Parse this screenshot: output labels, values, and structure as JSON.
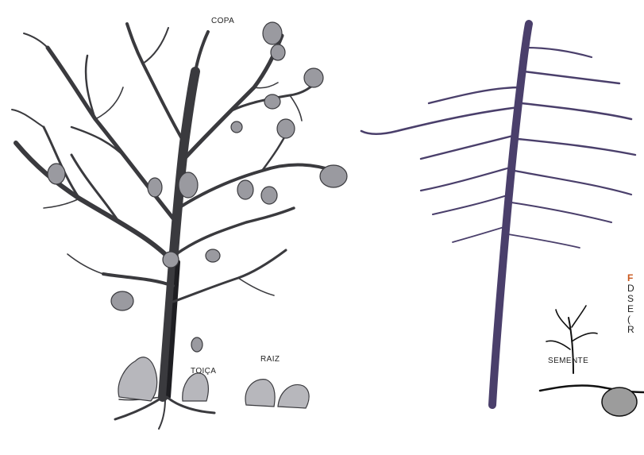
{
  "labels": {
    "copa": "COPA",
    "toica": "TOIÇA",
    "raiz": "RAIZ",
    "semente": "SEMENTE"
  },
  "caption": {
    "line1": "F",
    "line2": "D",
    "line3": "S",
    "line4": "E",
    "line5": "(",
    "line6": "R"
  },
  "colors": {
    "left_tree_ink": "#3a3a3e",
    "right_tree_ink": "#4a3f6b",
    "caption_accent": "#c8561b"
  }
}
